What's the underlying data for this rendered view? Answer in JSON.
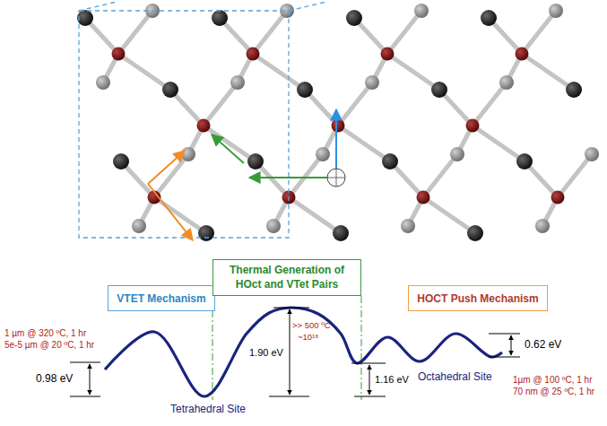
{
  "diagram": {
    "nodes": [
      {
        "text": [
          "VTET Mechanism"
        ]
      },
      {
        "text": [
          "Thermal Generation of HOct and VTet Pairs"
        ]
      },
      {
        "text": [
          "HOCT Push Mechanism"
        ]
      }
    ],
    "labels": [
      "1 µm @ 320 ºC, 1 hr",
      "5e-5 µm @ 20 ºC, 1 hr",
      "0.98 eV",
      "Tetrahedral Site",
      "1.90 eV",
      ">> 500 ºC",
      "~10¹⁸",
      "1.16 eV",
      "Octahedral Site",
      "0.62 eV",
      "1µm @ 100 ºC, 1 hr",
      "70 nm @ 25 ºC, 1 hr"
    ]
  }
}
